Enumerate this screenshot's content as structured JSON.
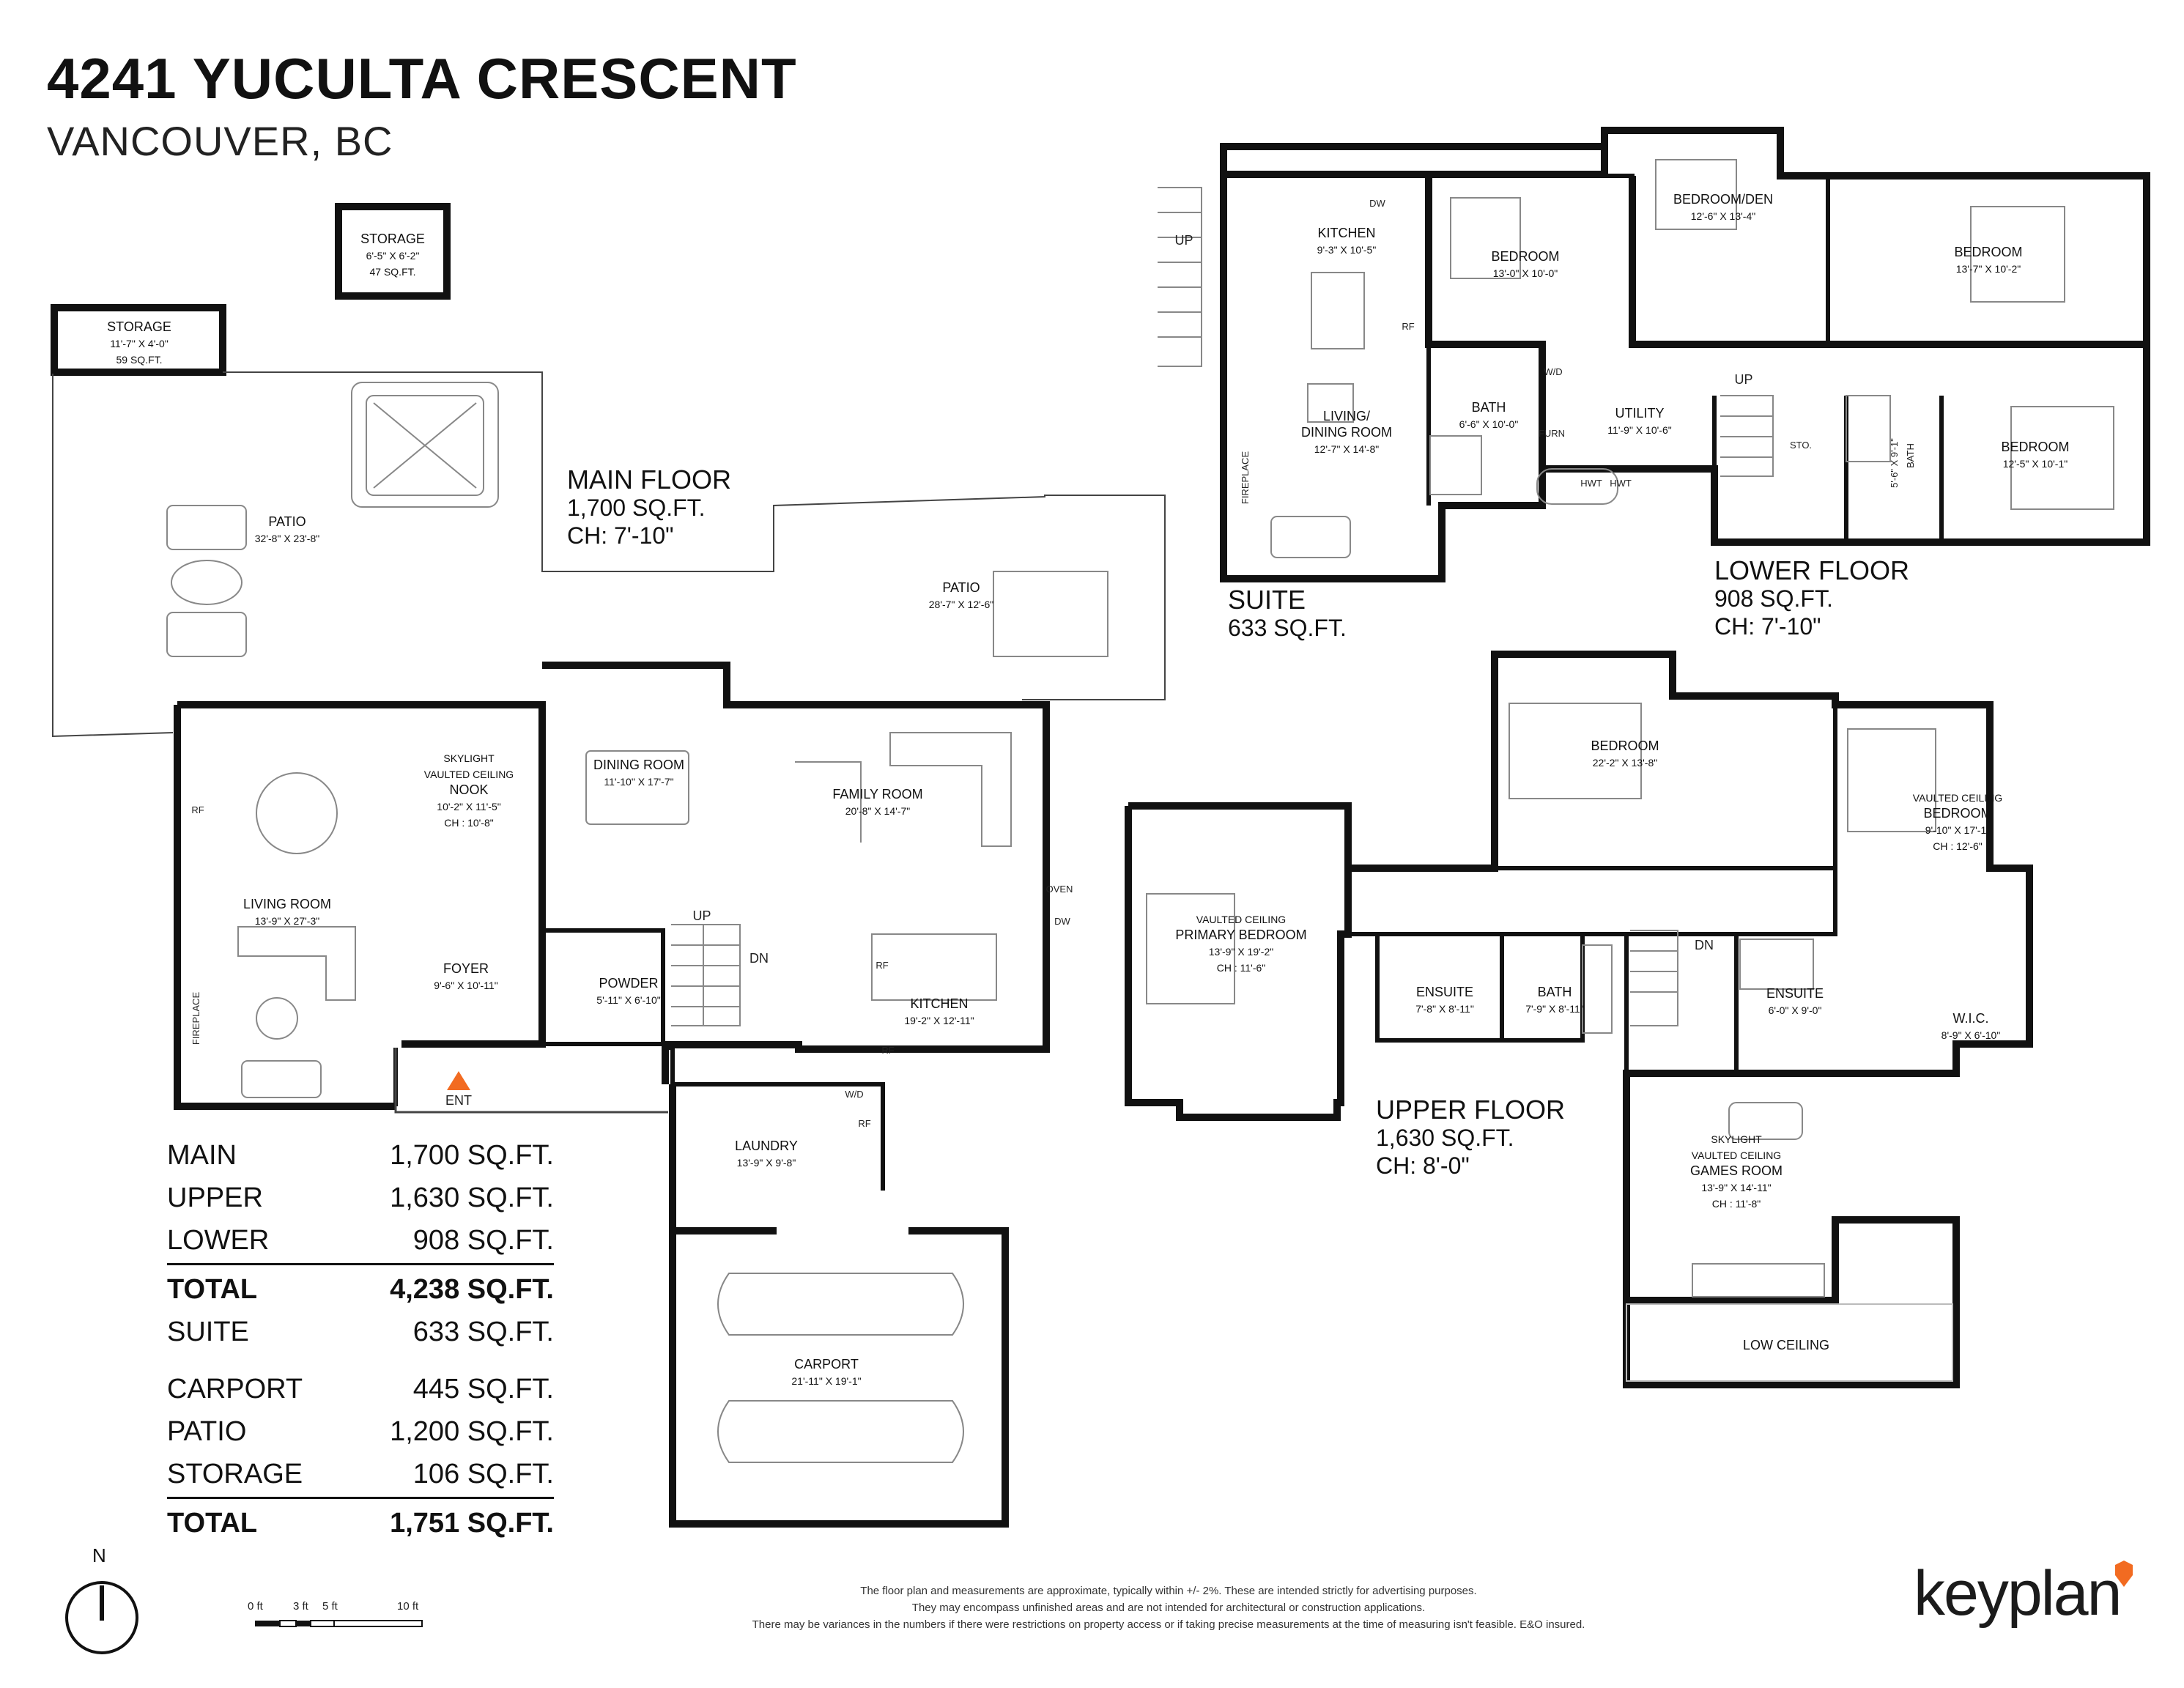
{
  "header": {
    "address": "4241 YUCULTA CRESCENT",
    "city": "VANCOUVER, BC"
  },
  "floors": {
    "main": {
      "name": "MAIN FLOOR",
      "area": "1,700 SQ.FT.",
      "ceiling": "CH: 7'-10\""
    },
    "lower": {
      "name": "LOWER FLOOR",
      "area": "908 SQ.FT.",
      "ceiling": "CH: 7'-10\""
    },
    "suite": {
      "name": "SUITE",
      "area": "633 SQ.FT."
    },
    "upper": {
      "name": "UPPER FLOOR",
      "area": "1,630 SQ.FT.",
      "ceiling": "CH: 8'-0\""
    }
  },
  "rooms": [
    {
      "id": "storage1",
      "lines": [
        "STORAGE",
        "6'-5\" X 6'-2\"",
        "47 SQ.FT."
      ]
    },
    {
      "id": "storage2",
      "lines": [
        "STORAGE",
        "11'-7\" X 4'-0\"",
        "59 SQ.FT."
      ]
    },
    {
      "id": "patio1",
      "lines": [
        "PATIO",
        "32'-8\" X 23'-8\""
      ]
    },
    {
      "id": "patio2",
      "lines": [
        "PATIO",
        "28'-7\" X 12'-6\""
      ]
    },
    {
      "id": "nook",
      "lines": [
        "SKYLIGHT",
        "VAULTED CEILING",
        "NOOK",
        "10'-2\" X 11'-5\"",
        "CH : 10'-8\""
      ]
    },
    {
      "id": "dining",
      "lines": [
        "DINING ROOM",
        "11'-10\" X 17'-7\""
      ]
    },
    {
      "id": "family",
      "lines": [
        "FAMILY ROOM",
        "20'-8\" X 14'-7\""
      ]
    },
    {
      "id": "living",
      "lines": [
        "LIVING ROOM",
        "13'-9\" X 27'-3\""
      ]
    },
    {
      "id": "foyer",
      "lines": [
        "FOYER",
        "9'-6\" X 10'-11\""
      ]
    },
    {
      "id": "powder",
      "lines": [
        "POWDER",
        "5'-11\" X 6'-10\""
      ]
    },
    {
      "id": "kitchen-main",
      "lines": [
        "KITCHEN",
        "19'-2\" X 12'-11\""
      ]
    },
    {
      "id": "laundry",
      "lines": [
        "LAUNDRY",
        "13'-9\" X 9'-8\""
      ]
    },
    {
      "id": "carport",
      "lines": [
        "CARPORT",
        "21'-11\" X 19'-1\""
      ]
    },
    {
      "id": "kitchen-suite",
      "lines": [
        "KITCHEN",
        "9'-3\" X 10'-5\""
      ]
    },
    {
      "id": "living-suite",
      "lines": [
        "LIVING/",
        "DINING ROOM",
        "12'-7\" X 14'-8\""
      ]
    },
    {
      "id": "bed-suite",
      "lines": [
        "BEDROOM",
        "13'-0\" X 10'-0\""
      ]
    },
    {
      "id": "bath-suite",
      "lines": [
        "BATH",
        "6'-6\" X 10'-0\""
      ]
    },
    {
      "id": "utility",
      "lines": [
        "UTILITY",
        "11'-9\" X 10'-6\""
      ]
    },
    {
      "id": "bedden",
      "lines": [
        "BEDROOM/DEN",
        "12'-6\" X 13'-4\""
      ]
    },
    {
      "id": "bed-lower1",
      "lines": [
        "BEDROOM",
        "13'-7\" X 10'-2\""
      ]
    },
    {
      "id": "bed-lower2",
      "lines": [
        "BEDROOM",
        "12'-5\" X 10'-1\""
      ]
    },
    {
      "id": "bed-up1",
      "lines": [
        "BEDROOM",
        "22'-2\" X 13'-8\""
      ]
    },
    {
      "id": "bed-up2",
      "lines": [
        "VAULTED CEILING",
        "BEDROOM",
        "9'-10\" X 17'-1\"",
        "CH : 12'-6\""
      ]
    },
    {
      "id": "primary",
      "lines": [
        "VAULTED CEILING",
        "PRIMARY BEDROOM",
        "13'-9\" X 19'-2\"",
        "CH : 11'-6\""
      ]
    },
    {
      "id": "ensuite1",
      "lines": [
        "ENSUITE",
        "7'-8\" X 8'-11\""
      ]
    },
    {
      "id": "bath-up",
      "lines": [
        "BATH",
        "7'-9\" X 8'-11\""
      ]
    },
    {
      "id": "ensuite2",
      "lines": [
        "ENSUITE",
        "6'-0\" X 9'-0\""
      ]
    },
    {
      "id": "wic",
      "lines": [
        "W.I.C.",
        "8'-9\" X 6'-10\""
      ]
    },
    {
      "id": "games",
      "lines": [
        "SKYLIGHT",
        "VAULTED CEILING",
        "GAMES ROOM",
        "13'-9\" X 14'-11\"",
        "CH : 11'-8\""
      ]
    },
    {
      "id": "lowceil",
      "lines": [
        "LOW CEILING"
      ]
    }
  ],
  "fixtures": [
    {
      "id": "rf1",
      "text": "RF"
    },
    {
      "id": "rf2",
      "text": "RF"
    },
    {
      "id": "rf3",
      "text": "RF"
    },
    {
      "id": "rf4",
      "text": "RF"
    },
    {
      "id": "rf5",
      "text": "RF"
    },
    {
      "id": "oven",
      "text": "OVEN"
    },
    {
      "id": "dw1",
      "text": "DW"
    },
    {
      "id": "dw2",
      "text": "DW"
    },
    {
      "id": "wd1",
      "text": "W/D"
    },
    {
      "id": "wd2",
      "text": "W/D"
    },
    {
      "id": "hwt1",
      "text": "HWT"
    },
    {
      "id": "hwt2",
      "text": "HWT"
    },
    {
      "id": "furn",
      "text": "FURN"
    },
    {
      "id": "sto",
      "text": "STO."
    },
    {
      "id": "ent",
      "text": "ENT"
    },
    {
      "id": "fp1",
      "text": "FIREPLACE"
    },
    {
      "id": "fp2",
      "text": "FIREPLACE"
    },
    {
      "id": "up1",
      "text": "UP"
    },
    {
      "id": "up2",
      "text": "UP"
    },
    {
      "id": "up3",
      "text": "UP"
    },
    {
      "id": "dn1",
      "text": "DN"
    },
    {
      "id": "dn2",
      "text": "DN"
    },
    {
      "id": "bathv",
      "text": "BATH"
    },
    {
      "id": "bathv-dim",
      "text": "5'-6\" X 9'-1\""
    }
  ],
  "summary": {
    "group1": [
      {
        "label": "MAIN",
        "value": "1,700 SQ.FT."
      },
      {
        "label": "UPPER",
        "value": "1,630 SQ.FT."
      },
      {
        "label": "LOWER",
        "value": "908 SQ.FT."
      }
    ],
    "total1": {
      "label": "TOTAL",
      "value": "4,238 SQ.FT."
    },
    "suite": {
      "label": "SUITE",
      "value": "633 SQ.FT."
    },
    "group2": [
      {
        "label": "CARPORT",
        "value": "445 SQ.FT."
      },
      {
        "label": "PATIO",
        "value": "1,200 SQ.FT."
      },
      {
        "label": "STORAGE",
        "value": "106 SQ.FT."
      }
    ],
    "total2": {
      "label": "TOTAL",
      "value": "1,751 SQ.FT."
    }
  },
  "north": "N",
  "scale": [
    "0 ft",
    "3 ft",
    "5 ft",
    "10 ft"
  ],
  "disclaimer": [
    "The floor plan and measurements are approximate, typically within +/- 2%. These are intended strictly for advertising purposes.",
    "They may encompass unfinished areas and are not intended for architectural or construction applications.",
    "There may be variances in the numbers if there were restrictions on property access or if taking precise measurements at the time of measuring isn't feasible. E&O insured."
  ],
  "brand": {
    "name": "keyplan",
    "accent": "#f26b21"
  }
}
